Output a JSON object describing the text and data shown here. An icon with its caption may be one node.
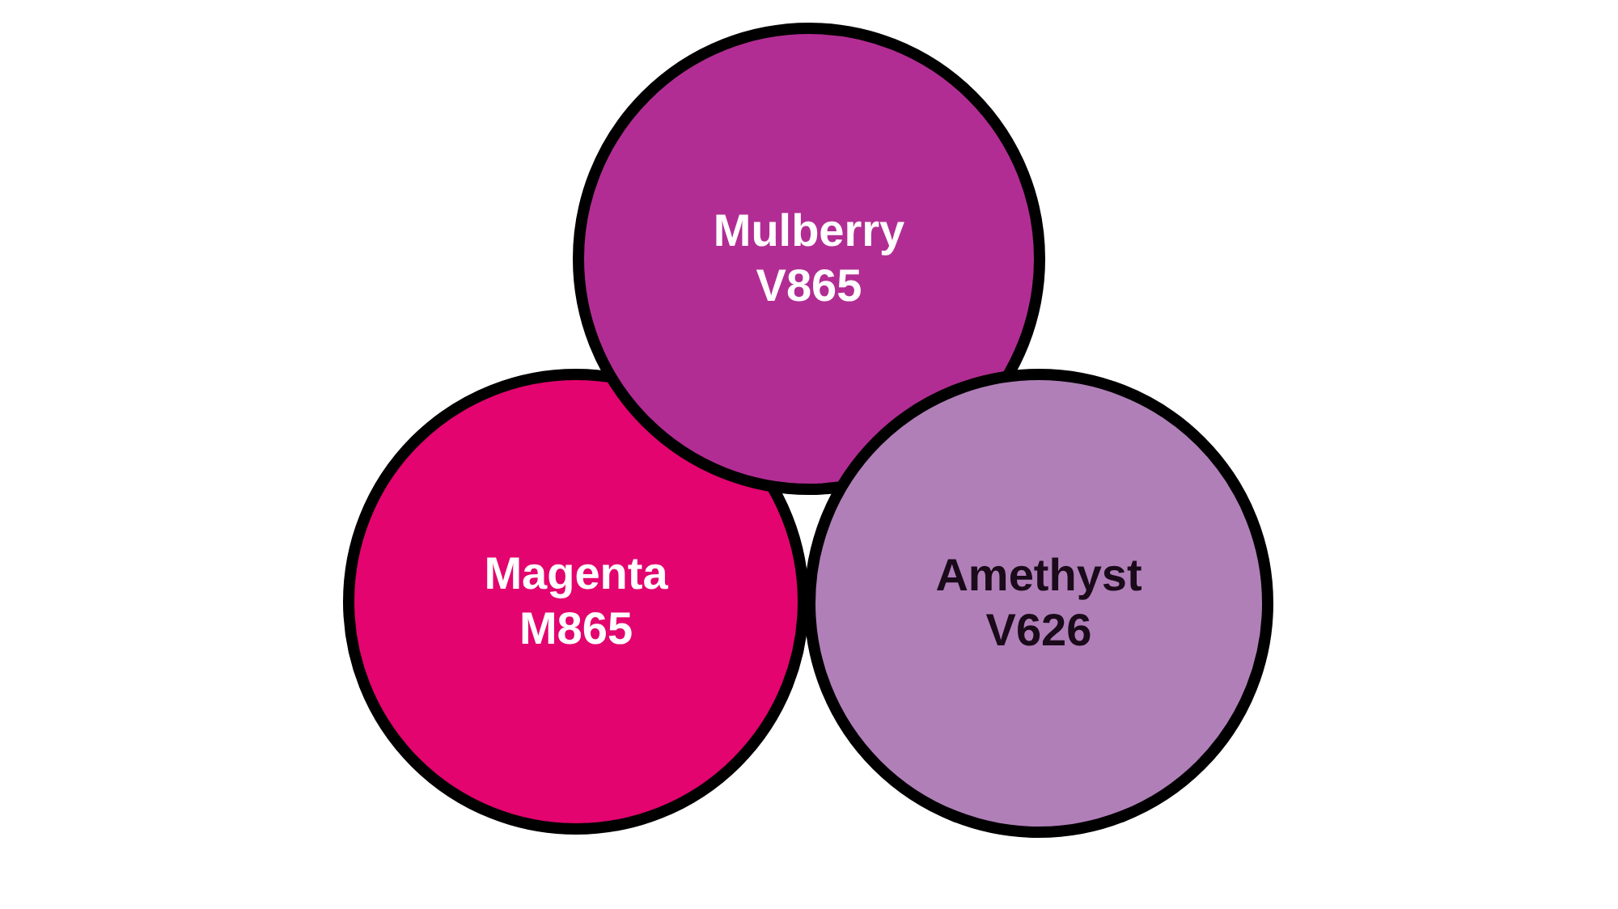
{
  "diagram": {
    "nodes": [
      {
        "text": [
          "Mulberry",
          "V865"
        ]
      },
      {
        "text": [
          "Magenta",
          "M865"
        ]
      },
      {
        "text": [
          "Amethyst",
          "V626"
        ]
      }
    ]
  }
}
